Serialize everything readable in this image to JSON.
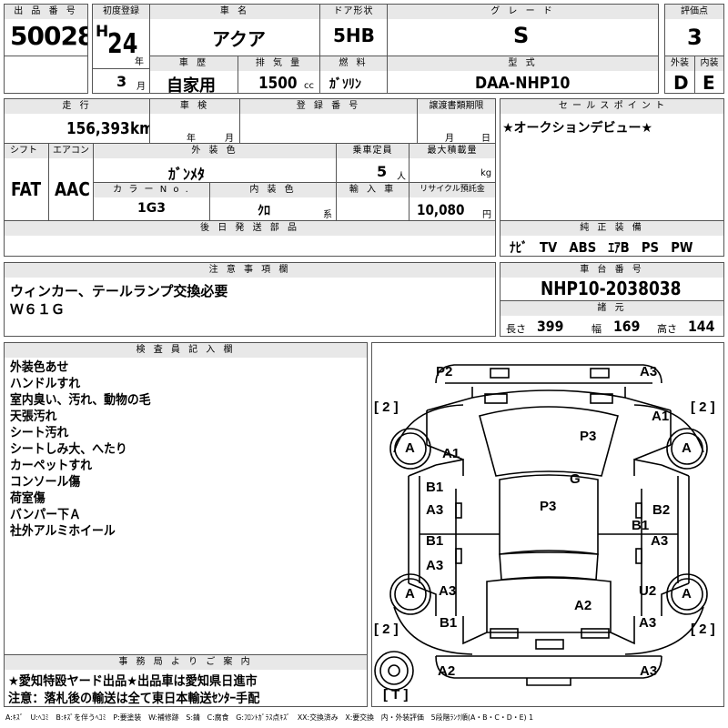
{
  "headers": {
    "lot_no": "出 品 番 号",
    "first_reg": "初度登録",
    "car_name": "車 名",
    "door": "ドア形状",
    "grade": "グ レ ー ド",
    "score": "評価点",
    "history": "車 歴",
    "displacement": "排 気 量",
    "fuel": "燃 料",
    "model_code": "型 式",
    "exterior": "外装",
    "interior": "内装",
    "mileage": "走 行",
    "inspection": "車 検",
    "reg_no": "登 録 番 号",
    "transfer": "譲渡書類期限",
    "sales_point": "セ ー ル ス ポ イ ン ト",
    "shift": "シフト",
    "aircon": "エアコン",
    "ext_color": "外 装 色",
    "capacity": "乗車定員",
    "max_load": "最大積載量",
    "color_no": "カ ラ ー N o .",
    "int_color": "内 装 色",
    "import": "輸 入 車",
    "recycle": "リサイクル預託金",
    "later_parts": "後 日 発 送 部 品",
    "equipment": "純 正 装 備",
    "notes": "注 意 事 項 欄",
    "chassis": "車 台 番 号",
    "specs": "諸 元",
    "inspector": "検 査 員 記 入 欄",
    "office": "事 務 局 よ り ご 案 内"
  },
  "vehicle": {
    "lot_no": "50028",
    "era": "H",
    "year": "24",
    "year_unit": "年",
    "month": "3",
    "month_unit": "月",
    "car_name": "アクア",
    "door": "5HB",
    "grade": "S",
    "score": "3",
    "history": "自家用",
    "displacement": "1500",
    "displacement_unit": "cc",
    "fuel": "ｶﾞｿﾘﾝ",
    "model_code": "DAA-NHP10",
    "exterior_grade": "D",
    "interior_grade": "E",
    "mileage": "156,393",
    "mileage_unit": "km",
    "insp_year": "年",
    "insp_month": "月",
    "transfer_month": "月",
    "transfer_day": "日",
    "shift": "FAT",
    "aircon": "AAC",
    "ext_color": "ｶﾞﾝﾒﾀ",
    "capacity": "5",
    "capacity_unit": "人",
    "load_unit": "kg",
    "color_no": "1G3",
    "int_color": "ｸﾛ",
    "int_color_unit": "系",
    "recycle": "10,080",
    "recycle_unit": "円",
    "chassis": "NHP10-2038038",
    "length_label": "長さ",
    "length": "399",
    "width_label": "幅",
    "width": "169",
    "height_label": "高さ",
    "height": "144"
  },
  "sales_point": "★オークションデビュー★",
  "equipment": "ﾅﾋﾞ　TV　ABS　ｴｱB　PS　PW",
  "notes": [
    "ウィンカー、テールランプ交換必要",
    "Ｗ６１Ｇ"
  ],
  "inspector_notes": [
    "外装色あせ",
    "ハンドルすれ",
    "室内臭い、汚れ、動物の毛",
    "天張汚れ",
    "シート汚れ",
    "シートしみ大、へたり",
    "カーペットすれ",
    "コンソール傷",
    "荷室傷",
    "バンパー下Ａ",
    "社外アルミホイール"
  ],
  "office_notes": [
    "★愛知特殴ヤード出品★出品車は愛知県日進市",
    "注意：落札後の輸送は全て東日本輸送ｾﾝﾀｰ手配"
  ],
  "diagram": {
    "marks": {
      "p2": "P2",
      "a3_tr": "A3",
      "a1_r": "A1",
      "p3_hood": "P3",
      "a1_l": "A1",
      "g": "G",
      "b1_l1": "B1",
      "a3_l1": "A3",
      "p3_roof": "P3",
      "b2_r": "B2",
      "b1_r": "B1",
      "b1_l2": "B1",
      "a3_r2": "A3",
      "a3_l2": "A3",
      "a3_l3": "A3",
      "u2": "U2",
      "a2_c": "A2",
      "b1_l3": "B1",
      "a3_r3": "A3",
      "a2_bl": "A2",
      "a3_br": "A3"
    },
    "wheels": [
      "A",
      "A",
      "A",
      "A"
    ],
    "tire_labels": {
      "tl": "[ 2 ]",
      "tr": "[ 2 ]",
      "bl": "[ 2 ]",
      "br": "[ 2 ]",
      "spare": "[ T ]"
    }
  },
  "legend": "A:ｷｽﾞ　U:ﾍｺﾐ　B:ｷｽﾞを伴うﾍｺﾐ　P:要塗装　W:補修跡　S:錆　C:腐食　G:ﾌﾛﾝﾄｶﾞﾗｽ点ｷｽﾞ　XX:交換済み　X:要交換　内・外装評価　5段階ﾗﾝｸ順(A・B・C・D・E) 1"
}
